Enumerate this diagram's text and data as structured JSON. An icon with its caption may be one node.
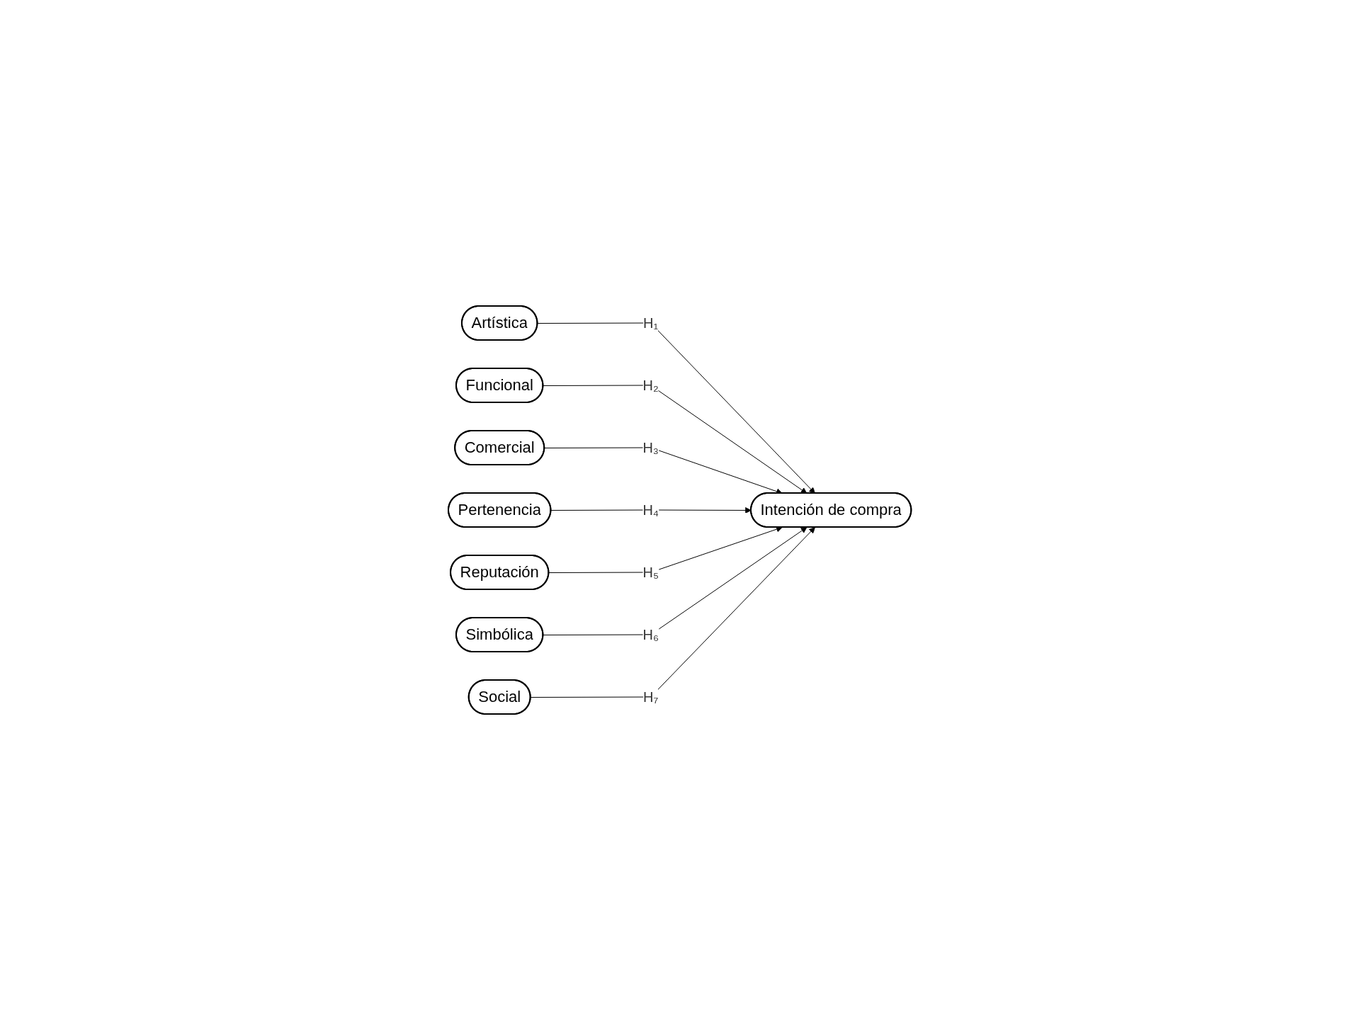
{
  "diagram": {
    "nodes": [
      {
        "text": [
          "Artística"
        ]
      },
      {
        "text": [
          "Funcional"
        ]
      },
      {
        "text": [
          "Comercial"
        ]
      },
      {
        "text": [
          "Pertenencia"
        ]
      },
      {
        "text": [
          "Reputación"
        ]
      },
      {
        "text": [
          "Simbólica"
        ]
      },
      {
        "text": [
          "Social"
        ]
      },
      {
        "text": [
          "Intención de compra"
        ]
      }
    ],
    "edges": [
      {
        "from": 0,
        "to": 7,
        "arrow": "to",
        "label": "H₁"
      },
      {
        "from": 1,
        "to": 7,
        "arrow": "to",
        "label": "H₂"
      },
      {
        "from": 2,
        "to": 7,
        "arrow": "to",
        "label": "H₃"
      },
      {
        "from": 3,
        "to": 7,
        "arrow": "to",
        "label": "H₄"
      },
      {
        "from": 4,
        "to": 7,
        "arrow": "to",
        "label": "H₅"
      },
      {
        "from": 5,
        "to": 7,
        "arrow": "to",
        "label": "H₆"
      },
      {
        "from": 6,
        "to": 7,
        "arrow": "to",
        "label": "H₇"
      }
    ]
  }
}
